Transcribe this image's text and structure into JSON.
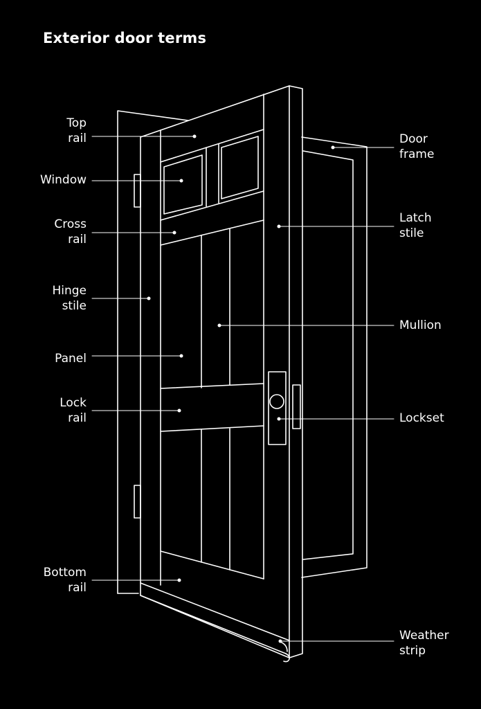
{
  "title": "Exterior door terms",
  "colors": {
    "background": "#000000",
    "line": "#ffffff"
  },
  "labels": {
    "top_rail": "Top\nrail",
    "window": "Window",
    "cross_rail": "Cross\nrail",
    "hinge_stile": "Hinge\nstile",
    "panel": "Panel",
    "lock_rail": "Lock\nrail",
    "bottom_rail": "Bottom\nrail",
    "door_frame": "Door\nframe",
    "latch_stile": "Latch\nstile",
    "mullion": "Mullion",
    "lockset": "Lockset",
    "weather_strip": "Weather\nstrip"
  }
}
